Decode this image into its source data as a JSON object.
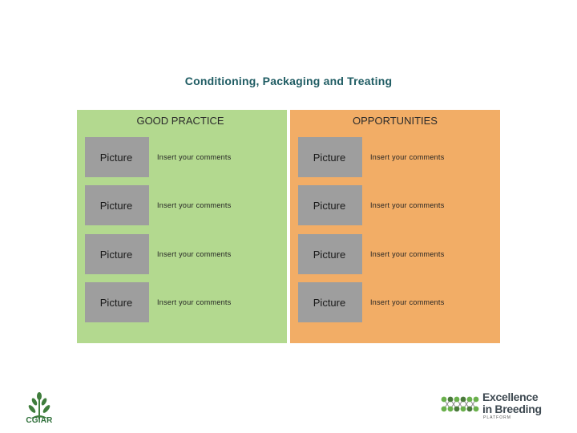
{
  "slide": {
    "title": "Conditioning, Packaging and Treating"
  },
  "good_practice": {
    "header": "GOOD PRACTICE",
    "rows": [
      {
        "picture": "Picture",
        "comment": "Insert your comments"
      },
      {
        "picture": "Picture",
        "comment": "Insert your comments"
      },
      {
        "picture": "Picture",
        "comment": "Insert your comments"
      },
      {
        "picture": "Picture",
        "comment": "Insert your comments"
      }
    ]
  },
  "opportunities": {
    "header": "OPPORTUNITIES",
    "rows": [
      {
        "picture": "Picture",
        "comment": "Insert your comments"
      },
      {
        "picture": "Picture",
        "comment": "Insert your comments"
      },
      {
        "picture": "Picture",
        "comment": "Insert your comments"
      },
      {
        "picture": "Picture",
        "comment": "Insert your comments"
      }
    ]
  },
  "footer": {
    "left_logo": {
      "text": "CGIAR",
      "icon": "wheat-leaf-logo-icon"
    },
    "right_logo": {
      "line1": "Excellence",
      "line2": "in Breeding",
      "line3": "PLATFORM",
      "icon": "dna-dots-logo-icon"
    }
  },
  "colors": {
    "title": "#1f5c63",
    "good_panel": "#b3d98f",
    "opp_panel": "#f2ad66",
    "picture_box": "#9e9e9e",
    "cgiar_green": "#2f6f3a",
    "eib_green": "#6ab04c"
  }
}
